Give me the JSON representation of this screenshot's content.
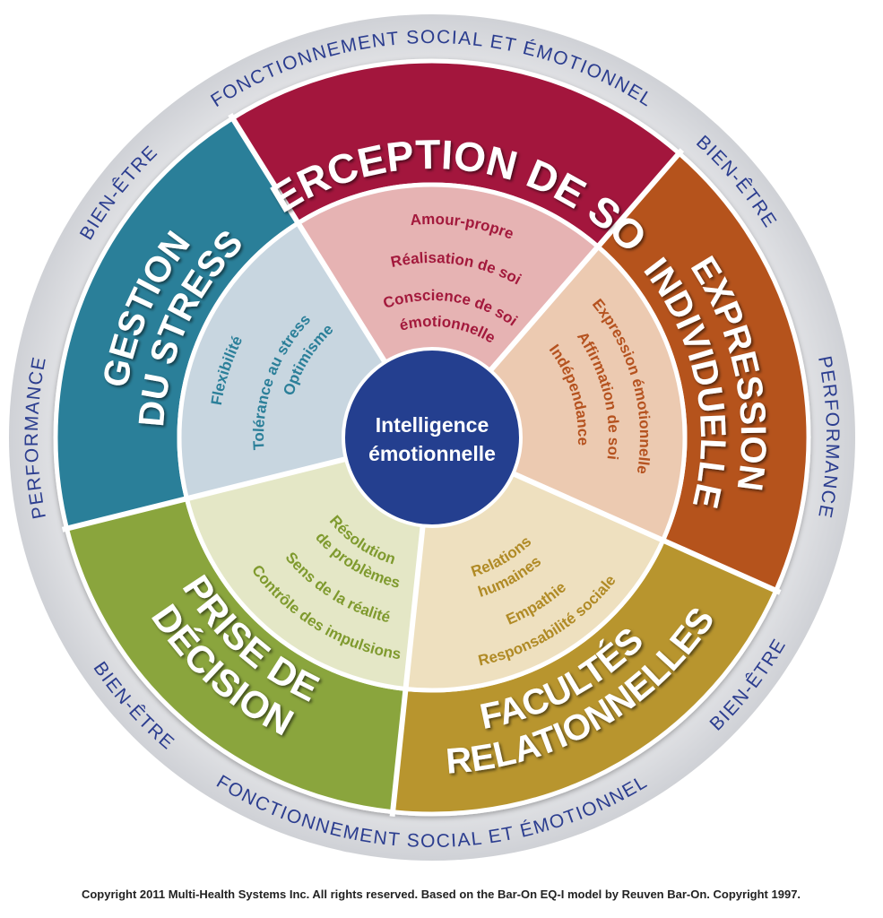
{
  "ring": {
    "top": "FONCTIONNEMENT SOCIAL ET ÉMOTIONNEL",
    "bottom": "FONCTIONNEMENT SOCIAL ET ÉMOTIONNEL",
    "bien_etre_upper_left": "BIEN-ÊTRE",
    "bien_etre_upper_right": "BIEN-ÊTRE",
    "bien_etre_lower_left": "BIEN-ÊTRE",
    "bien_etre_lower_right": "BIEN-ÊTRE",
    "performance_left": "PERFORMANCE",
    "performance_right": "PERFORMANCE"
  },
  "center": {
    "line1": "Intelligence",
    "line2": "émotionnelle",
    "color": "#243f8f"
  },
  "segments": {
    "perception": {
      "title": "PERCEPTION DE SOI",
      "color": "#a3193c",
      "light": "#e6b3b3",
      "text_color": "#a3193c",
      "items": [
        "Amour-propre",
        "Réalisation de soi",
        "Conscience de soi",
        "émotionnelle"
      ]
    },
    "expression": {
      "title1": "EXPRESSION",
      "title2": "INDIVIDUELLE",
      "color": "#b5521f",
      "light": "#eccab1",
      "text_color": "#b5521f",
      "items": [
        "Expression émotionnelle",
        "Affirmation de soi",
        "Indépendance"
      ]
    },
    "facultes": {
      "title1": "FACULTÉS",
      "title2": "RELATIONNELLES",
      "color": "#b8952f",
      "light": "#eee0bf",
      "text_color": "#b08a25",
      "items": [
        "Relations",
        "humaines",
        "Empathie",
        "Responsabilité sociale"
      ]
    },
    "prise": {
      "title1": "PRISE DE",
      "title2": "DÉCISION",
      "color": "#8aa53c",
      "light": "#e4e7c6",
      "text_color": "#7f9a2e",
      "items": [
        "Résolution",
        "de problèmes",
        "Sens de la réalité",
        "Contrôle des impulsions"
      ]
    },
    "gestion": {
      "title1": "GESTION",
      "title2": "DU STRESS",
      "color": "#2b7f99",
      "light": "#c8d6e0",
      "text_color": "#2b7f99",
      "items": [
        "Flexibilité",
        "Tolérance au stress",
        "Optimisme"
      ]
    }
  },
  "copyright": "Copyright 2011 Multi-Health Systems Inc. All rights reserved. Based on the Bar-On EQ-I model by Reuven Bar-On. Copyright 1997."
}
